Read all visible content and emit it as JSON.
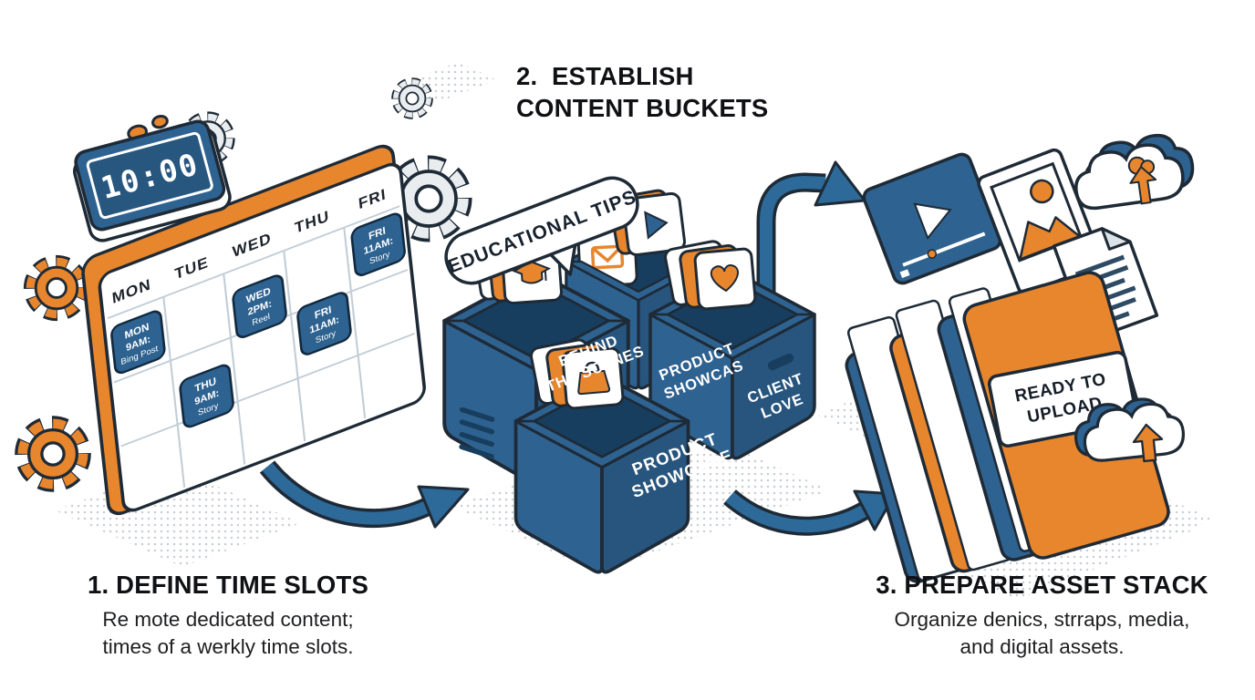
{
  "palette": {
    "blue": "#2E6290",
    "blue_face_dark": "#27557D",
    "blue_inner": "#173E5E",
    "orange": "#E8862E",
    "outline": "#1E2A36",
    "arrow_blue": "#2D6A99",
    "gear_gray": "#E9EDF0",
    "grid_line": "#C2CDD6",
    "text_dark": "#101114"
  },
  "icons": {
    "clock": "digital-alarm-clock-icon",
    "gear": "gear-icon",
    "speech_bubble": "speech-bubble",
    "graduation_cap": "graduation-cap-icon",
    "play": "play-icon",
    "envelope": "envelope-icon",
    "heart": "heart-icon",
    "shopping_bag": "shopping-bag-icon",
    "video_player": "video-player-icon",
    "image_frame": "image-frame-icon",
    "document": "document-icon",
    "cloud_upload": "cloud-upload-icon",
    "folder": "folder-icon",
    "arrow": "curved-arrow-icon"
  },
  "step1": {
    "title": "1. DEFINE TIME SLOTS",
    "desc_line1": "Re mote dedicated content;",
    "desc_line2": "times of a werkly time slots.",
    "clock_time": "10:00",
    "days": [
      "MON",
      "TUE",
      "WED",
      "THU",
      "FRI"
    ],
    "events": [
      {
        "lines": [
          "MON",
          "9AM:",
          "Bing Post"
        ]
      },
      {
        "lines": [
          "WED",
          "2PM:",
          "Reel"
        ]
      },
      {
        "lines": [
          "FRI",
          "11AM:",
          "Story"
        ]
      },
      {
        "lines": [
          "FRI",
          "11AM:",
          "Story"
        ]
      },
      {
        "lines": [
          "THU",
          "9AM:",
          "Story"
        ]
      }
    ]
  },
  "step2": {
    "title_line1": "2.  ESTABLISH",
    "title_line2": "CONTENT BUCKETS",
    "bubble_label": "EDUCATIONAL TIPS",
    "bucket_behind": {
      "line1": "BEHIND",
      "line2": "THE SCENES"
    },
    "bucket_showcase_back": {
      "line1": "PRODUCT",
      "line2": "SHOWCAS"
    },
    "bucket_client": {
      "line1": "CLIENT",
      "line2": "LOVE"
    },
    "bucket_showcase_front": {
      "line1": "PRODUCT",
      "line2": "SHOWCASE"
    }
  },
  "step3": {
    "title": "3. PREPARE ASSET STACK",
    "desc_line1": "Organize denics, strraps, media,",
    "desc_line2": "and digital assets.",
    "folder_label": {
      "line1": "READY TO",
      "line2": "UPLOAD"
    }
  }
}
